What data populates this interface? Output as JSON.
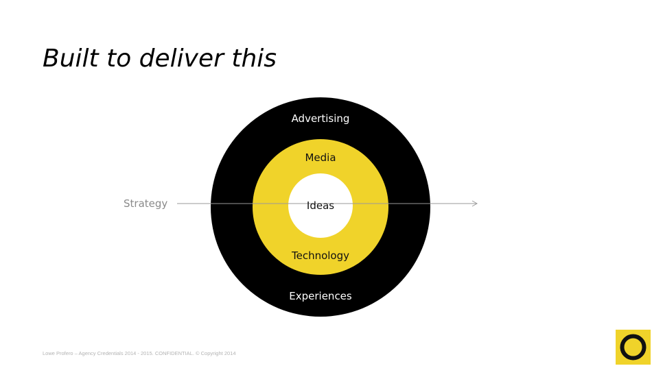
{
  "slide": {
    "title": "Built to deliver this"
  },
  "diagram": {
    "axis_label": "Strategy",
    "outer_ring": {
      "top_label": "Advertising",
      "bottom_label": "Experiences",
      "color": "#000000"
    },
    "middle_ring": {
      "top_label": "Media",
      "bottom_label": "Technology",
      "color": "#f0d32a"
    },
    "center": {
      "label": "Ideas",
      "color": "#ffffff"
    },
    "axis_color": "#999999"
  },
  "footer": {
    "text": "Lowe Profero – Agency Credentials 2014 - 2015. CONFIDENTIAL. © Copyright 2014"
  },
  "brand": {
    "logo_bg": "#f0d32a",
    "logo_ring": "#111111"
  }
}
